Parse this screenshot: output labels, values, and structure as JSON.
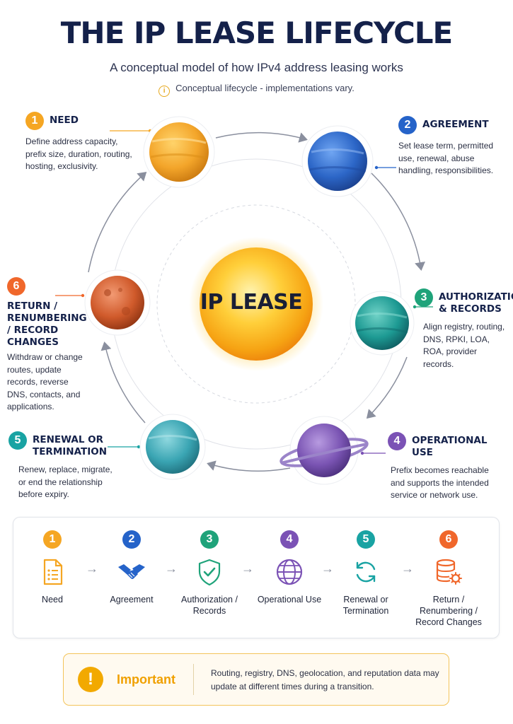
{
  "header": {
    "title": "THE IP LEASE LIFECYCLE",
    "subtitle": "A conceptual model of how IPv4 address leasing works",
    "disclaimer": "Conceptual lifecycle - implementations vary."
  },
  "center": {
    "label": "IP LEASE"
  },
  "colors": {
    "step1": "#f5a623",
    "step2": "#2563c9",
    "step3": "#1fa37a",
    "step4": "#7b52b5",
    "step5": "#19a3a3",
    "step6": "#f0672b"
  },
  "steps": [
    {
      "num": "1",
      "title": "NEED",
      "desc": "Define address capacity, prefix size, duration, routing, hosting, exclusivity."
    },
    {
      "num": "2",
      "title": "AGREEMENT",
      "desc": "Set lease term, permitted use, renewal, abuse handling, responsibilities."
    },
    {
      "num": "3",
      "title": "AUTHORIZATION & RECORDS",
      "desc": "Align registry, routing, DNS, RPKI, LOA, ROA, provider records."
    },
    {
      "num": "4",
      "title": "OPERATIONAL USE",
      "desc": "Prefix becomes reachable and supports the intended service or network use."
    },
    {
      "num": "5",
      "title": "RENEWAL OR TERMINATION",
      "desc": "Renew, replace, migrate, or end the relationship before expiry."
    },
    {
      "num": "6",
      "title": "RETURN / RENUMBERING / RECORD CHANGES",
      "desc": "Withdraw or change routes, update records, reverse DNS, contacts, and applications."
    }
  ],
  "flow": [
    {
      "num": "1",
      "label": "Need",
      "icon": "document-list-icon"
    },
    {
      "num": "2",
      "label": "Agreement",
      "icon": "handshake-icon"
    },
    {
      "num": "3",
      "label": "Authorization / Records",
      "icon": "shield-check-icon"
    },
    {
      "num": "4",
      "label": "Operational Use",
      "icon": "globe-icon"
    },
    {
      "num": "5",
      "label": "Renewal or Termination",
      "icon": "refresh-icon"
    },
    {
      "num": "6",
      "label": "Return / Renumbering / Record Changes",
      "icon": "database-gear-icon"
    }
  ],
  "important": {
    "label": "Important",
    "text": "Routing, registry, DNS, geolocation, and reputation data may update at different times during a transition."
  }
}
